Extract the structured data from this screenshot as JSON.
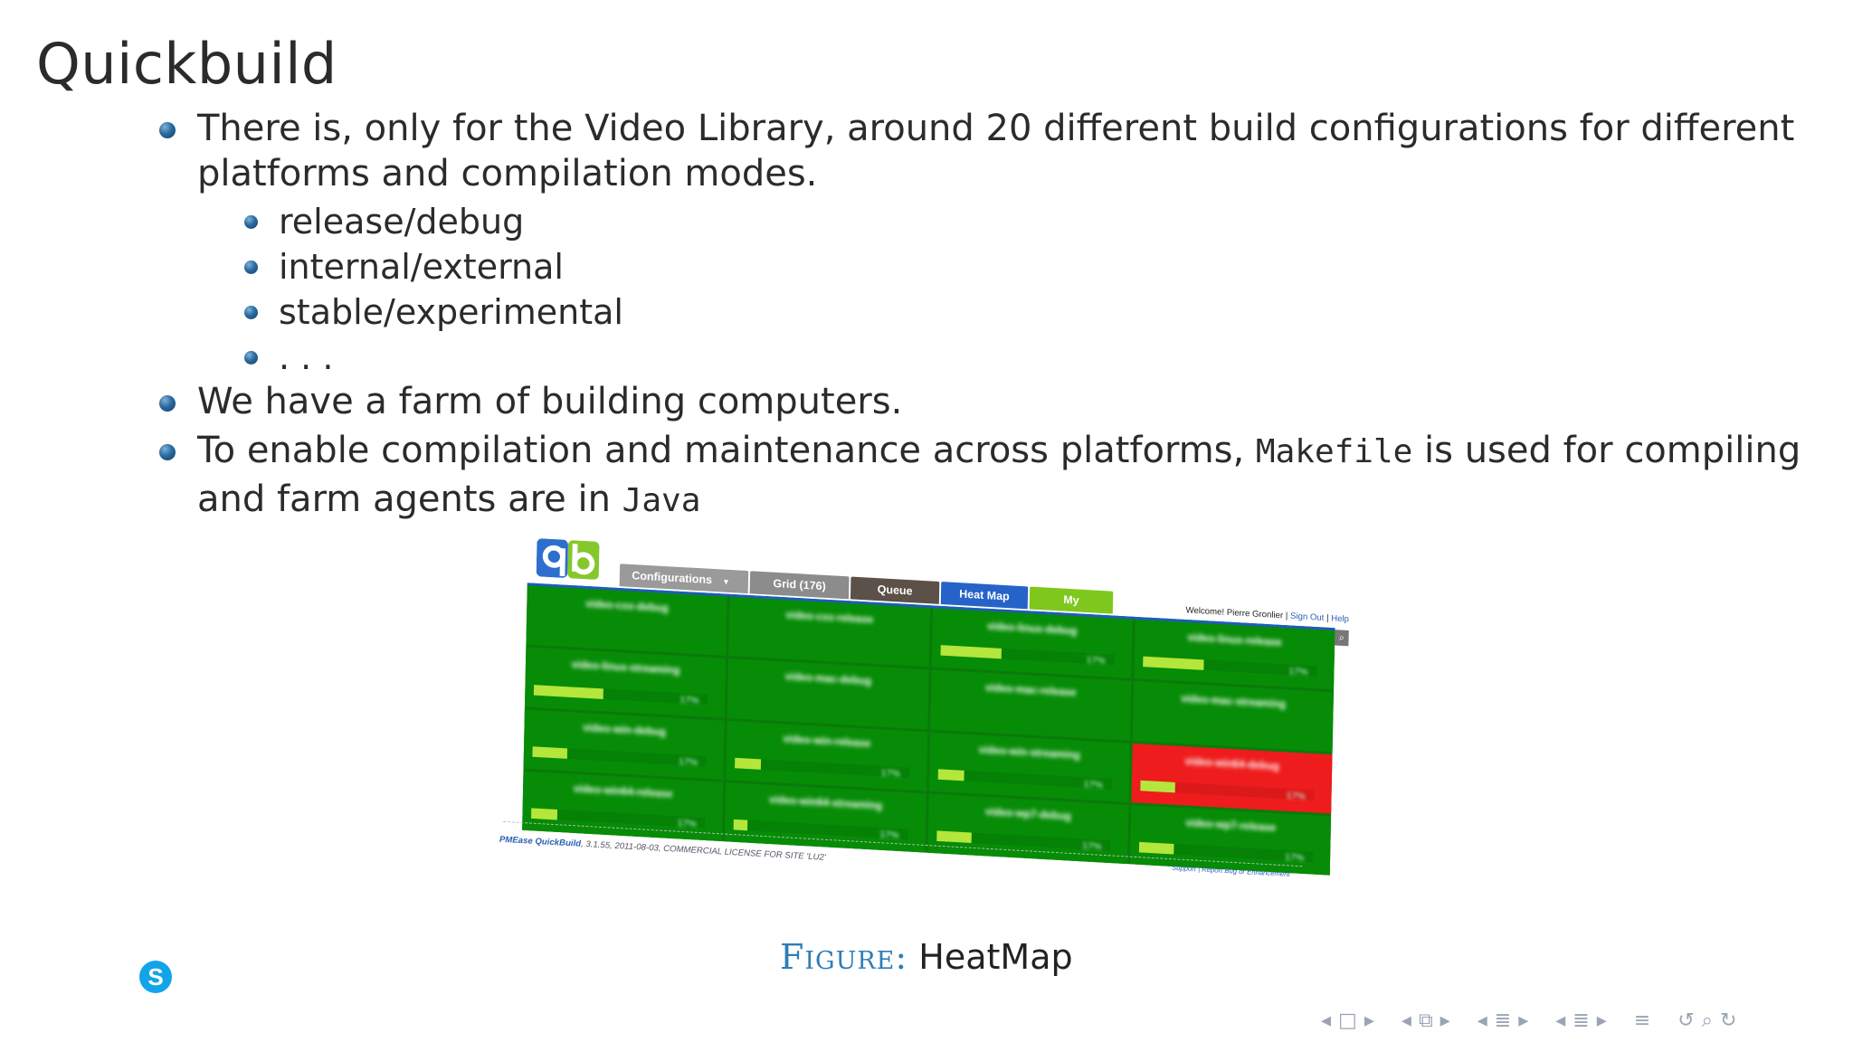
{
  "slide": {
    "title": "Quickbuild",
    "bullets": [
      {
        "line1": "There is, only for the Video Library, around 20 different build configurations for different",
        "line2": "platforms and compilation modes.",
        "sub": [
          "release/debug",
          "internal/external",
          "stable/experimental",
          ". . ."
        ]
      },
      {
        "line1": "We have a farm of building computers."
      },
      {
        "line1_pre": "To enable compilation and maintenance across platforms, ",
        "line1_code": "Makefile",
        "line1_post": " is used for compiling",
        "line2_pre": "and farm agents are in ",
        "line2_code": "Java"
      }
    ],
    "caption": {
      "label": "Figure:",
      "text": "HeatMap"
    }
  },
  "quickbuild": {
    "logo": "qb",
    "tabs": [
      {
        "label": "Configurations",
        "color": "#9a9a9a"
      },
      {
        "label": "Grid (176)",
        "color": "#8c8c8c"
      },
      {
        "label": "Queue",
        "color": "#5b5148"
      },
      {
        "label": "Heat Map",
        "color": "#2563c9"
      },
      {
        "label": "My",
        "color": "#7ec81e"
      }
    ],
    "welcome": "Welcome! Pierre Gronlier",
    "sign_out": "Sign Out",
    "help": "Help",
    "search_icon": "magnifier-icon",
    "footer_brand": "PMEase QuickBuild",
    "footer_text": ", 3.1.55, 2011-08-03, COMMERCIAL LICENSE FOR SITE 'LU2'",
    "footer_links": [
      "Support",
      "Report Bug or Enhancement"
    ],
    "heatmap_cells": [
      {
        "name": "video-cxx-debug",
        "color": "green",
        "progress": 0
      },
      {
        "name": "video-cxx-release",
        "color": "green",
        "progress": 0
      },
      {
        "name": "video-linux-debug",
        "color": "green",
        "progress": 0.35,
        "pct": "17%"
      },
      {
        "name": "video-linux-release",
        "color": "green",
        "progress": 0.35,
        "pct": "17%"
      },
      {
        "name": "video-linux-streaming",
        "color": "green",
        "progress": 0.4,
        "pct": "17%"
      },
      {
        "name": "video-mac-debug",
        "color": "green",
        "progress": 0
      },
      {
        "name": "video-mac-release",
        "color": "green",
        "progress": 0
      },
      {
        "name": "video-mac-streaming",
        "color": "green",
        "progress": 0
      },
      {
        "name": "video-win-debug",
        "color": "green",
        "progress": 0.2,
        "pct": "17%"
      },
      {
        "name": "video-win-release",
        "color": "green",
        "progress": 0.15,
        "pct": "17%"
      },
      {
        "name": "video-win-streaming",
        "color": "green",
        "progress": 0.15,
        "pct": "17%"
      },
      {
        "name": "video-win64-debug",
        "color": "red",
        "progress": 0.2,
        "pct": "17%"
      },
      {
        "name": "video-win64-release",
        "color": "green",
        "progress": 0.15,
        "pct": "17%"
      },
      {
        "name": "video-win64-streaming",
        "color": "green",
        "progress": 0.08,
        "pct": "17%"
      },
      {
        "name": "video-wp7-debug",
        "color": "green",
        "progress": 0.2,
        "pct": "17%"
      },
      {
        "name": "video-wp7-release",
        "color": "green",
        "progress": 0.2,
        "pct": "17%"
      }
    ]
  },
  "overlay": {
    "skype_icon": "skype-icon"
  },
  "navigation": {
    "icons": [
      "nav-frame-left",
      "nav-frame",
      "nav-frame-right",
      "nav-subsection-left",
      "nav-subsection",
      "nav-subsection-right",
      "nav-section-left",
      "nav-section",
      "nav-section-right",
      "nav-doc-left",
      "nav-doc",
      "nav-doc-right",
      "nav-toc",
      "nav-undo",
      "nav-search",
      "nav-redo"
    ]
  }
}
